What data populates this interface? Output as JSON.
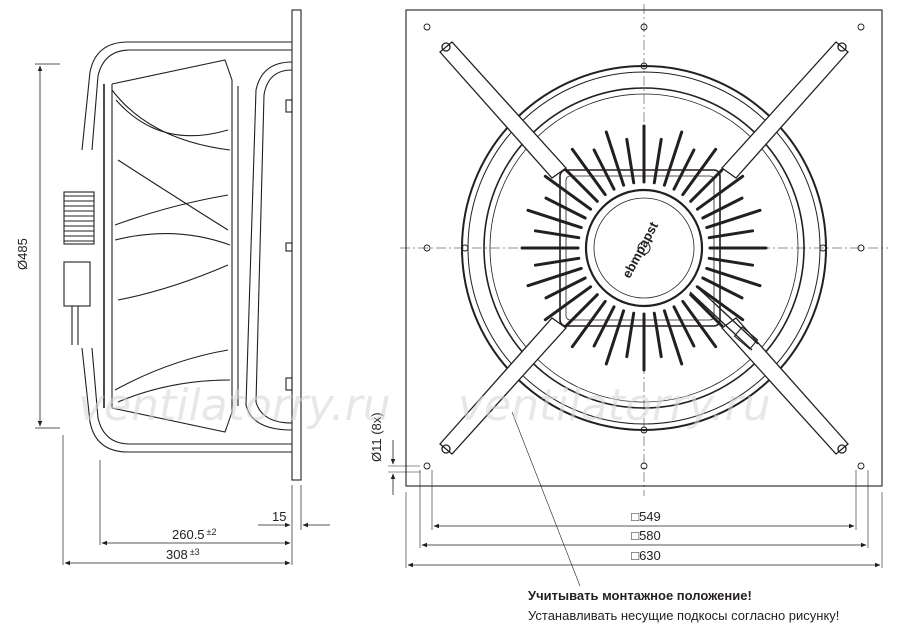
{
  "side_view": {
    "diameter_label": "Ø485",
    "depth_label": "260.5",
    "depth_tolerance": "±2",
    "total_depth_label": "308",
    "total_depth_tolerance": "±3",
    "flange_label": "15"
  },
  "front_view": {
    "hole_label": "Ø11 (8x)",
    "square_549": "□549",
    "square_580": "□580",
    "square_630": "□630",
    "hub_logo_text": "ebmpapst"
  },
  "watermark_text": "ventilatorry.ru",
  "notes": {
    "line1": "Учитывать монтажное положение!",
    "line2": "Устанавливать несущие подкосы согласно рисунку!"
  },
  "colors": {
    "line": "#231f20",
    "watermark": "#d7d5d5",
    "background": "#ffffff"
  }
}
